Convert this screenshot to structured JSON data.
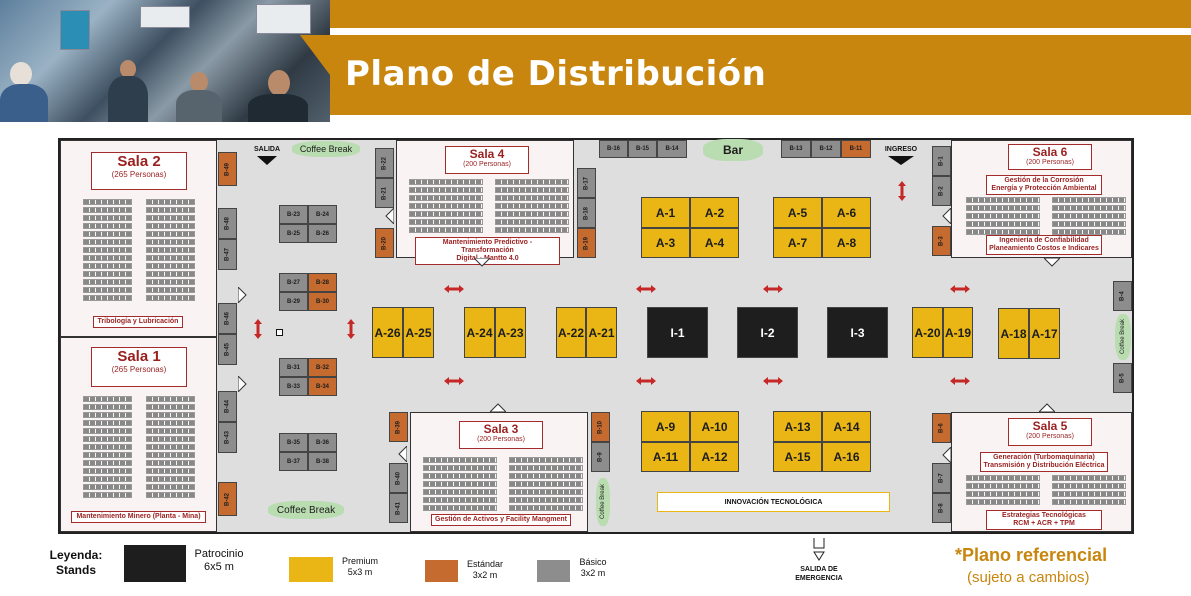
{
  "header": {
    "title": "Plano de Distribución"
  },
  "colors": {
    "accent": "#c8860e",
    "premium": "#e9b616",
    "standard": "#c66b2f",
    "basic": "#8d8d8d",
    "sponsor": "#1e1e1e",
    "room_text": "#9a1f1f"
  },
  "rooms": {
    "sala2": {
      "title": "Sala 2",
      "capacity": "(265 Personas)",
      "topic": "Tribología y Lubricación"
    },
    "sala1": {
      "title": "Sala 1",
      "capacity": "(265 Personas)",
      "topic": "Mantenimiento Minero (Planta - Mina)"
    },
    "sala4": {
      "title": "Sala 4",
      "capacity": "(200 Personas)",
      "topic_line1": "Mantenimiento Predictivo - Transformación",
      "topic_line2": "Digital - Mantto 4.0"
    },
    "sala3": {
      "title": "Sala 3",
      "capacity": "(200 Personas)",
      "topic": "Gestión de Activos y Facility Mangment"
    },
    "sala6": {
      "title": "Sala 6",
      "capacity": "(200 Personas)",
      "topic1_line1": "Gestión de la Corrosión",
      "topic1_line2": "Energía y Protección Ambiental",
      "topic2_line1": "Ingeniería de Confiabilidad",
      "topic2_line2": "Planeamiento Costos e Indicares"
    },
    "sala5": {
      "title": "Sala 5",
      "capacity": "(200 Personas)",
      "topic1_line1": "Generación (Turbomaquinaria)",
      "topic1_line2": "Transmisión y Distribución Eléctrica",
      "topic2_line1": "Estrategias Tecnológicas",
      "topic2_line2": "RCM + ACR + TPM"
    }
  },
  "labels": {
    "salida": "SALIDA",
    "ingreso": "INGRESO",
    "bar": "Bar",
    "coffee_top": "Coffee Break",
    "coffee_bottom": "Coffee Break",
    "coffee_right": "Coffee Break",
    "coffee_mid": "Coffee Break",
    "innovacion": "INNOVACIÓN TECNOLÓGICA",
    "salida_emergencia_1": "SALIDA DE",
    "salida_emergencia_2": "EMERGENCIA"
  },
  "stands": {
    "premium": [
      "A-1",
      "A-2",
      "A-3",
      "A-4",
      "A-5",
      "A-6",
      "A-7",
      "A-8",
      "A-9",
      "A-10",
      "A-11",
      "A-12",
      "A-13",
      "A-14",
      "A-15",
      "A-16",
      "A-17",
      "A-18",
      "A-19",
      "A-20",
      "A-21",
      "A-22",
      "A-23",
      "A-24",
      "A-25",
      "A-26"
    ],
    "sponsor": [
      "I-1",
      "I-2",
      "I-3"
    ],
    "standard": [
      "B-49",
      "B-28",
      "B-30",
      "B-32",
      "B-34",
      "B-20",
      "B-19",
      "B-11",
      "B-3",
      "B-39",
      "B-10",
      "B-42",
      "B-6"
    ],
    "basic": [
      "B-48",
      "B-47",
      "B-46",
      "B-45",
      "B-44",
      "B-43",
      "B-23",
      "B-24",
      "B-25",
      "B-26",
      "B-27",
      "B-29",
      "B-31",
      "B-33",
      "B-35",
      "B-36",
      "B-37",
      "B-38",
      "B-22",
      "B-21",
      "B-17",
      "B-18",
      "B-16",
      "B-15",
      "B-14",
      "B-13",
      "B-12",
      "B-1",
      "B-2",
      "B-4",
      "B-5",
      "B-9",
      "B-40",
      "B-41",
      "B-7",
      "B-8"
    ]
  },
  "legend": {
    "title_line1": "Leyenda:",
    "title_line2": "Stands",
    "sponsor": {
      "name": "Patrocinio",
      "size": "6x5 m"
    },
    "premium": {
      "name": "Premium",
      "size": "5x3 m"
    },
    "standard": {
      "name": "Estándar",
      "size": "3x2 m"
    },
    "basic": {
      "name": "Básico",
      "size": "3x2 m"
    }
  },
  "notes": {
    "line1": "*Plano referencial",
    "line2": "(sujeto a cambios)"
  }
}
